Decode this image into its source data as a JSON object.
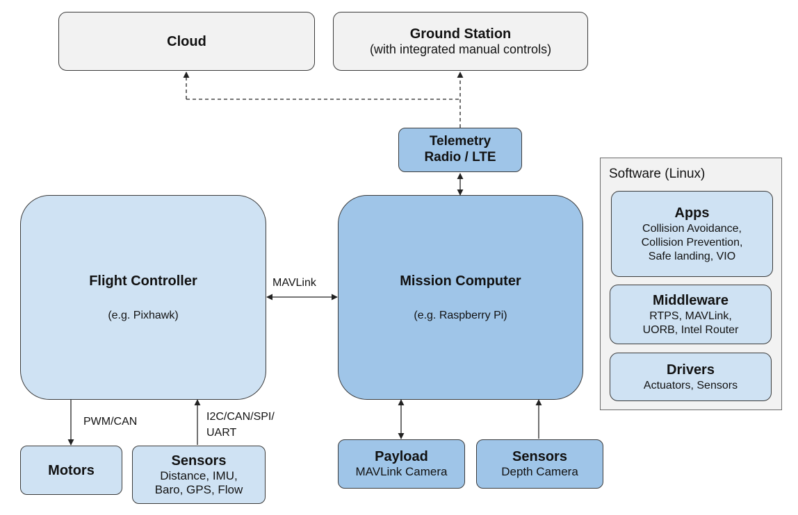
{
  "nodes": {
    "cloud": {
      "title": "Cloud"
    },
    "ground_station": {
      "title": "Ground Station",
      "subtitle": "(with integrated manual controls)"
    },
    "telemetry": {
      "title_line1": "Telemetry",
      "title_line2": "Radio / LTE"
    },
    "flight_controller": {
      "title": "Flight Controller",
      "subtitle": "(e.g. Pixhawk)"
    },
    "mission_computer": {
      "title": "Mission Computer",
      "subtitle": "(e.g. Raspberry Pi)"
    },
    "motors": {
      "title": "Motors"
    },
    "fc_sensors": {
      "title": "Sensors",
      "line1": "Distance, IMU,",
      "line2": "Baro, GPS, Flow"
    },
    "payload": {
      "title": "Payload",
      "subtitle": "MAVLink Camera"
    },
    "mc_sensors": {
      "title": "Sensors",
      "subtitle": "Depth Camera"
    }
  },
  "edge_labels": {
    "mavlink": "MAVLink",
    "pwm_can": "PWM/CAN",
    "bus_line1": "I2C/CAN/SPI/",
    "bus_line2": "UART"
  },
  "software": {
    "title": "Software (Linux)",
    "apps": {
      "title": "Apps",
      "line1": "Collision Avoidance,",
      "line2": "Collision Prevention,",
      "line3": "Safe landing, VIO"
    },
    "middleware": {
      "title": "Middleware",
      "line1": "RTPS, MAVLink,",
      "line2": "UORB, Intel Router"
    },
    "drivers": {
      "title": "Drivers",
      "line1": "Actuators, Sensors"
    }
  },
  "colors": {
    "grey_box": "#f2f2f2",
    "light_blue": "#cfe2f3",
    "mid_blue": "#9fc5e8",
    "border": "#3a3a3a"
  }
}
